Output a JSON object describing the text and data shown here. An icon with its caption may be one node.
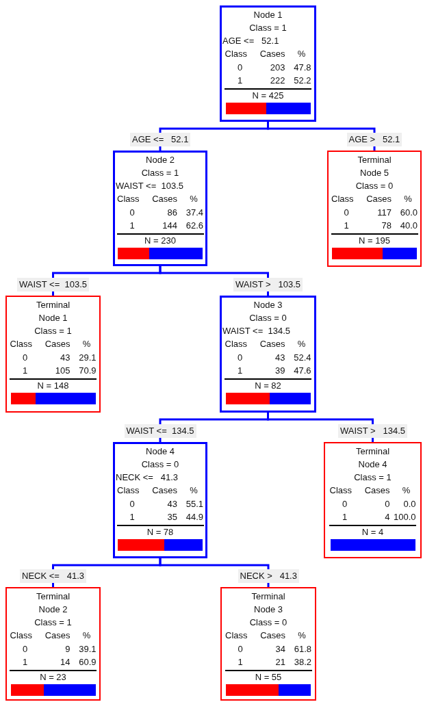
{
  "diagram": {
    "nodes": [
      {
        "text": [
          "Node 1",
          "Class = 1",
          "AGE <=   52.1",
          "Class",
          "Cases",
          "%",
          "0",
          "203",
          "47.8",
          "1",
          "222",
          "52.2",
          "N = 425"
        ]
      },
      {
        "text": [
          "Node 2",
          "Class = 1",
          "WAIST <=  103.5",
          "Class",
          "Cases",
          "%",
          "0",
          "86",
          "37.4",
          "1",
          "144",
          "62.6",
          "N = 230"
        ]
      },
      {
        "text": [
          "Terminal",
          "Node 5",
          "Class = 0",
          "Class",
          "Cases",
          "%",
          "0",
          "117",
          "60.0",
          "1",
          "78",
          "40.0",
          "N = 195"
        ]
      },
      {
        "text": [
          "Terminal",
          "Node 1",
          "Class = 1",
          "Class",
          "Cases",
          "%",
          "0",
          "43",
          "29.1",
          "1",
          "105",
          "70.9",
          "N = 148"
        ]
      },
      {
        "text": [
          "Node 3",
          "Class = 0",
          "WAIST <=  134.5",
          "Class",
          "Cases",
          "%",
          "0",
          "43",
          "52.4",
          "1",
          "39",
          "47.6",
          "N = 82"
        ]
      },
      {
        "text": [
          "Node 4",
          "Class = 0",
          "NECK <=   41.3",
          "Class",
          "Cases",
          "%",
          "0",
          "43",
          "55.1",
          "1",
          "35",
          "44.9",
          "N = 78"
        ]
      },
      {
        "text": [
          "Terminal",
          "Node 4",
          "Class = 1",
          "Class",
          "Cases",
          "%",
          "0",
          "0",
          "0.0",
          "1",
          "4",
          "100.0",
          "N = 4"
        ]
      },
      {
        "text": [
          "Terminal",
          "Node 2",
          "Class = 1",
          "Class",
          "Cases",
          "%",
          "0",
          "9",
          "39.1",
          "1",
          "14",
          "60.9",
          "N = 23"
        ]
      },
      {
        "text": [
          "Terminal",
          "Node 3",
          "Class = 0",
          "Class",
          "Cases",
          "%",
          "0",
          "34",
          "61.8",
          "1",
          "21",
          "38.2",
          "N = 55"
        ]
      }
    ],
    "edges": [
      {
        "from": 0,
        "to": 1,
        "arrow": "none",
        "label": "AGE <=   52.1"
      },
      {
        "from": 0,
        "to": 2,
        "arrow": "none",
        "label": "AGE >   52.1"
      },
      {
        "from": 1,
        "to": 3,
        "arrow": "none",
        "label": "WAIST <=  103.5"
      },
      {
        "from": 1,
        "to": 4,
        "arrow": "none",
        "label": "WAIST >   103.5"
      },
      {
        "from": 4,
        "to": 5,
        "arrow": "none",
        "label": "WAIST <=  134.5"
      },
      {
        "from": 4,
        "to": 6,
        "arrow": "none",
        "label": "WAIST >   134.5"
      },
      {
        "from": 5,
        "to": 7,
        "arrow": "none",
        "label": "NECK <=   41.3"
      },
      {
        "from": 5,
        "to": 8,
        "arrow": "none",
        "label": "NECK >   41.3"
      }
    ]
  }
}
